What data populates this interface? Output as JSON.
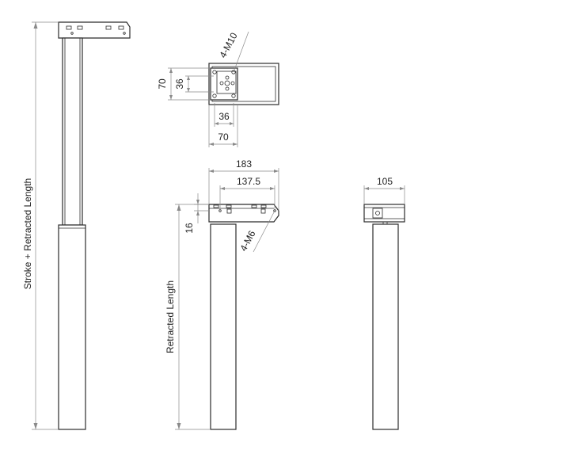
{
  "colors": {
    "line": "#2b2b2b",
    "dimension": "#8a8a8a",
    "text": "#222222",
    "background": "#ffffff"
  },
  "labels": {
    "stroke_plus_retracted": "Stroke + Retracted Length",
    "retracted_length": "Retracted Length",
    "thread_top": "4-M10",
    "thread_side": "4-M6"
  },
  "dimensions": {
    "top_height": "70",
    "top_height_inner": "36",
    "top_width_inner": "36",
    "top_width": "70",
    "overall_width": "183",
    "hole_spacing": "137.5",
    "plate_thickness": "16",
    "end_width": "105"
  }
}
